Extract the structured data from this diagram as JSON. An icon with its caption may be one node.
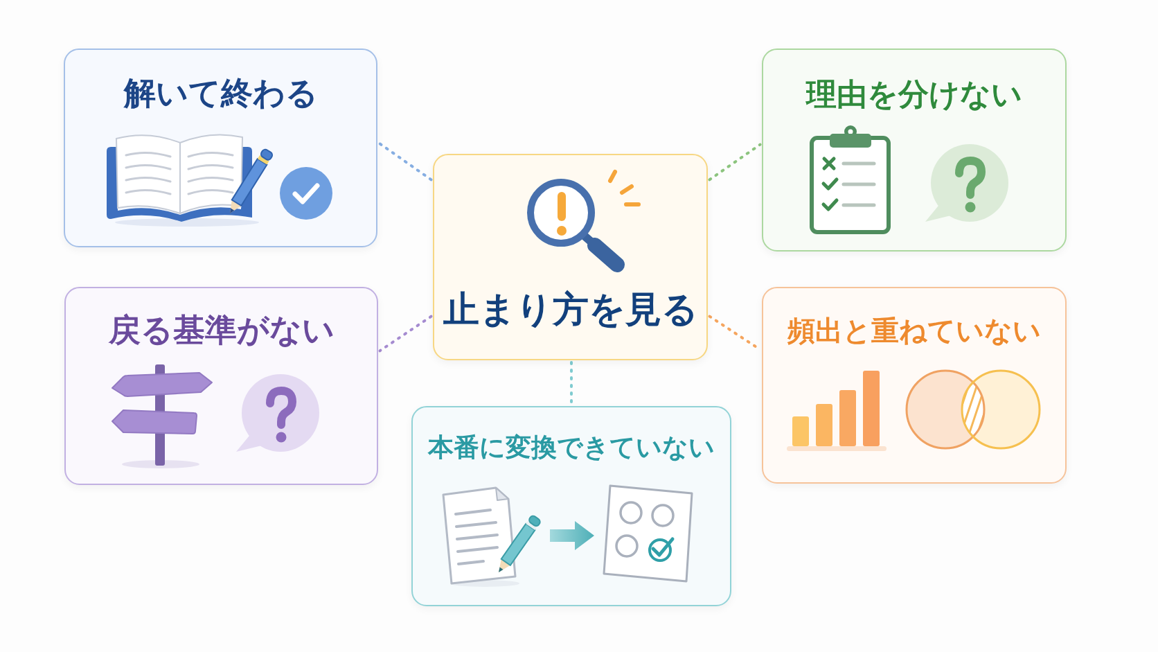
{
  "diagram": {
    "nodes": [
      {
        "text": [
          "解いて終わる"
        ]
      },
      {
        "text": [
          "止まり方を見る"
        ]
      },
      {
        "text": [
          "理由を分けない"
        ]
      },
      {
        "text": [
          "戻る基準がない"
        ]
      },
      {
        "text": [
          "頻出と重ねていない"
        ]
      },
      {
        "text": [
          "本番に変換できていない"
        ]
      }
    ],
    "edges": [
      {
        "from": 1,
        "to": 0,
        "arrow": "none",
        "style": "dashed",
        "color": "#86aee2"
      },
      {
        "from": 1,
        "to": 2,
        "arrow": "none",
        "style": "dashed",
        "color": "#8cc47e"
      },
      {
        "from": 1,
        "to": 3,
        "arrow": "none",
        "style": "dashed",
        "color": "#a58bd0"
      },
      {
        "from": 1,
        "to": 4,
        "arrow": "none",
        "style": "dashed",
        "color": "#f5a55e"
      },
      {
        "from": 1,
        "to": 5,
        "arrow": "none",
        "style": "dashed",
        "color": "#7fcbd0"
      }
    ]
  }
}
